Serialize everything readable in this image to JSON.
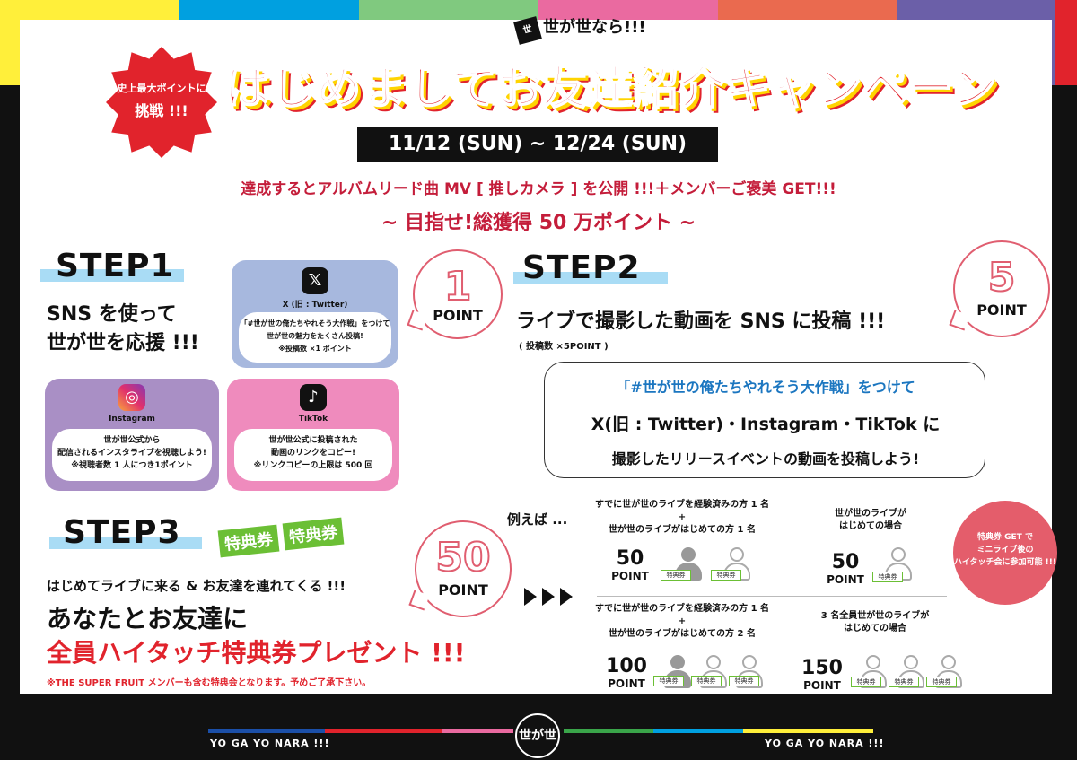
{
  "colors": {
    "stripes": [
      "#ffef3a",
      "#00a0e0",
      "#80c97f",
      "#ea6aa0",
      "#ea6a4f",
      "#6b5fa8",
      "#e1232c"
    ],
    "accent_red": "#e1232c",
    "step_underline": "#a9dcf5",
    "card_x": "#a7b8de",
    "card_instagram": "#a98fc5",
    "card_tiktok": "#ef8bbd",
    "point_bubble": "#e05e70",
    "ticket_green": "#6bbf35"
  },
  "header": {
    "logo_text": "世が世なら!!!",
    "badge_line1": "史上最大ポイントに",
    "badge_line2": "挑戦 !!!",
    "title": "はじめましてお友達紹介キャンペーン",
    "date_range": "11/12 (SUN) ~ 12/24 (SUN)",
    "goal_line": "達成するとアルバムリード曲 MV [ 推しカメラ ] を公開 !!!＋メンバーご褒美 GET!!!",
    "target_line": "~ 目指せ!総獲得 50 万ポイント ~"
  },
  "step1": {
    "heading": "STEP1",
    "line1": "SNS を使って",
    "line2": "世が世を応援 !!!",
    "points_num": "1",
    "points_label": "POINT",
    "cards": {
      "x": {
        "icon": "x-logo-icon",
        "label": "X (旧 : Twitter)",
        "line1": "「#世が世の俺たちやれそう大作戦」をつけて",
        "line2": "世が世の魅力をたくさん投稿!",
        "line3": "※投稿数 ×1 ポイント"
      },
      "instagram": {
        "icon": "instagram-icon",
        "label": "Instagram",
        "line1": "世が世公式から",
        "line2": "配信されるインスタライブを視聴しよう!",
        "line3": "※視聴者数 1 人につき1ポイント"
      },
      "tiktok": {
        "icon": "tiktok-icon",
        "label": "TikTok",
        "line1": "世が世公式に投稿された",
        "line2": "動画のリンクをコピー!",
        "line3": "※リンクコピーの上限は 500 回"
      }
    }
  },
  "step2": {
    "heading": "STEP2",
    "line1": "ライブで撮影した動画を SNS に投稿 !!!",
    "note": "( 投稿数 ×5POINT )",
    "points_num": "5",
    "points_label": "POINT",
    "box_line1": "「#世が世の俺たちやれそう大作戦」をつけて",
    "box_line2": "X(旧 : Twitter)・Instagram・TikTok に",
    "box_line3": "撮影したリリースイベントの動画を投稿しよう!"
  },
  "step3": {
    "heading": "STEP3",
    "tag1": "特典券",
    "tag2": "特典券",
    "line1": "はじめてライブに来る & お友達を連れてくる !!!",
    "line2": "あなたとお友達に",
    "line3": "全員ハイタッチ特典券プレゼント !!!",
    "note": "※THE SUPER FRUIT メンバーも含む特典会となります。予めご了承下さい。",
    "points_num": "50",
    "points_label": "POINT"
  },
  "examples": {
    "intro": "例えば ...",
    "ticket_label": "特典券",
    "point_unit": "POINT",
    "ex1": {
      "line1": "すでに世が世のライブを経験済みの方 1 名",
      "plus": "+",
      "line2": "世が世のライブがはじめての方 1 名",
      "score": "50"
    },
    "ex2": {
      "line1": "世が世のライブが",
      "line2": "はじめての場合",
      "score": "50"
    },
    "ex3": {
      "line1": "すでに世が世のライブを経験済みの方 1 名",
      "plus": "+",
      "line2": "世が世のライブがはじめての方 2 名",
      "score": "100"
    },
    "ex4": {
      "line1": "3 名全員世が世のライブが",
      "line2": "はじめての場合",
      "score": "150"
    },
    "bonus_line1": "特典券 GET で",
    "bonus_line2": "ミニライブ後の",
    "bonus_line3": "ハイタッチ会に参加可能 !!!"
  },
  "footer": {
    "left_text": "YO GA YO NARA !!!",
    "right_text": "YO GA YO NARA !!!",
    "logo_text": "世が世"
  }
}
